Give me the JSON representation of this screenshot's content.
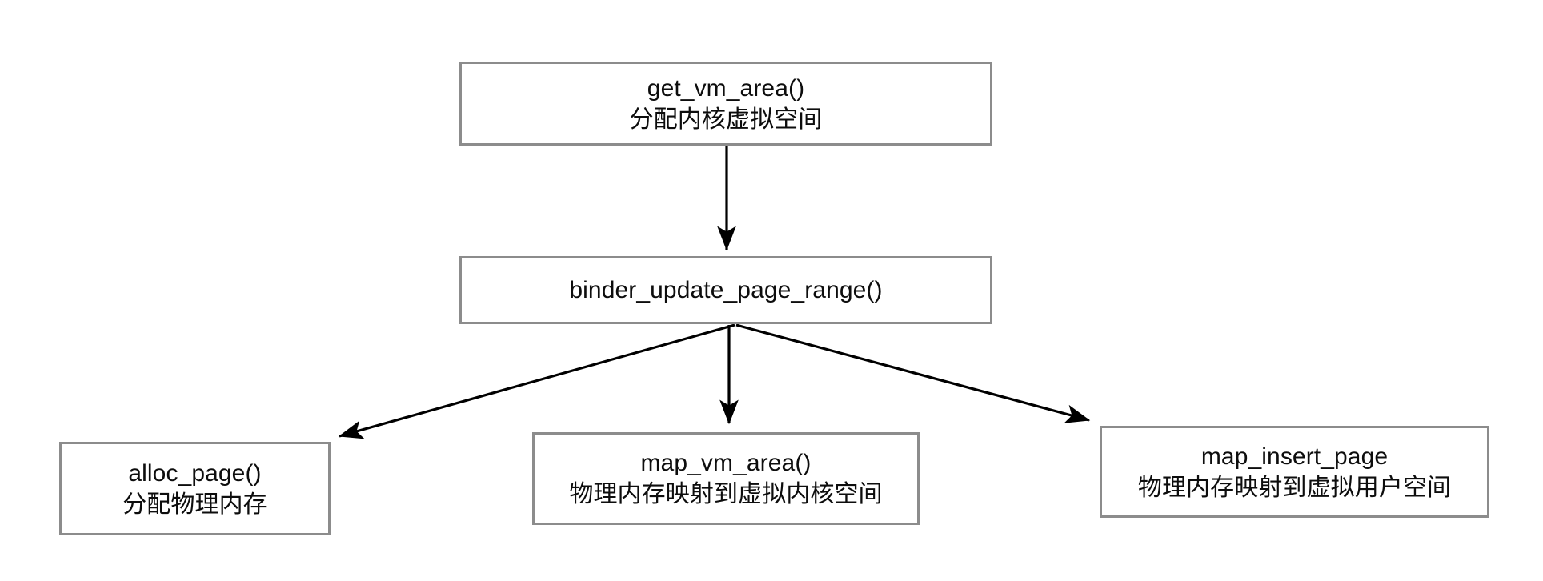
{
  "diagram": {
    "title": "binder_update_page_range memory allocation flow",
    "background_color": "#ffffff",
    "node_border_color": "#8c8c8c",
    "arrow_color": "#000000",
    "text_color": "#0d0d0d",
    "nodes": [
      {
        "id": "get_vm_area",
        "line1": "get_vm_area()",
        "line2": "分配内核虚拟空间"
      },
      {
        "id": "binder_update_page_range",
        "line1": "binder_update_page_range()",
        "line2": ""
      },
      {
        "id": "alloc_page",
        "line1": "alloc_page()",
        "line2": "分配物理内存"
      },
      {
        "id": "map_vm_area",
        "line1": "map_vm_area()",
        "line2": "物理内存映射到虚拟内核空间"
      },
      {
        "id": "map_insert_page",
        "line1": "map_insert_page",
        "line2": "物理内存映射到虚拟用户空间"
      }
    ],
    "edges": [
      {
        "id": "edge-get-vm-area-to-binder",
        "from": "get_vm_area",
        "to": "binder_update_page_range",
        "style": "solid-arrow"
      },
      {
        "id": "edge-binder-to-alloc-page",
        "from": "binder_update_page_range",
        "to": "alloc_page",
        "style": "solid-arrow"
      },
      {
        "id": "edge-binder-to-map-vm-area",
        "from": "binder_update_page_range",
        "to": "map_vm_area",
        "style": "solid-arrow"
      },
      {
        "id": "edge-binder-to-map-insert-page",
        "from": "binder_update_page_range",
        "to": "map_insert_page",
        "style": "solid-arrow"
      }
    ]
  }
}
